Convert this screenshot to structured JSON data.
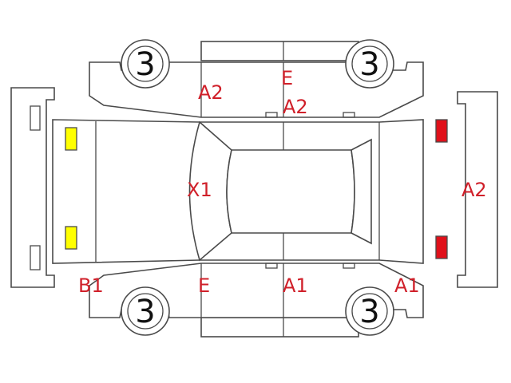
{
  "colors": {
    "line": "#4a4a4a",
    "damage_code": "#d0202a",
    "front_lamp": "#ffff00",
    "rear_lamp": "#e0101a"
  },
  "wheels": {
    "front_top": "3",
    "rear_top": "3",
    "front_bottom": "3",
    "rear_bottom": "3"
  },
  "codes": {
    "front_left_door": "A2",
    "rear_left_door_upper": "E",
    "rear_left_door_lower": "A2",
    "roof": "X1",
    "trunk": "A2",
    "front_bumper": "B1",
    "front_right_door": "E",
    "rear_right_door": "A1",
    "rear_right_quarter": "A1"
  }
}
